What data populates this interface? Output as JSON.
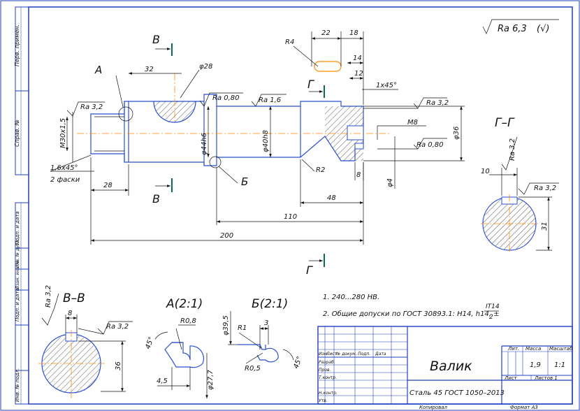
{
  "side_labels": [
    "Перв. примен.",
    "Справ. №",
    "Подп. и дата",
    "Инв. № дубл.",
    "Взам. инв. №",
    "Подп. и дата",
    "Инв. № подл."
  ],
  "roughness_general": "Ra 6,3",
  "roughness_general_symbol": "(√)",
  "main_view": {
    "dims": {
      "d32": "32",
      "d28": "φ28",
      "r4": "R4",
      "d22": "22",
      "d18": "18",
      "d14": "14",
      "d12": "12",
      "chamfer1": "1x45°",
      "ra32_left": "Ra 3,2",
      "ra080_left": "Ra 0,80",
      "ra16": "Ra 1,6",
      "ra32_right": "Ra 3,2",
      "m8": "M8",
      "ra080_right": "Ra 0,80",
      "d36": "φ36",
      "m30": "M30x1,5",
      "d44": "φ44h6",
      "d40": "φ40h8",
      "r2": "R2",
      "d8": "8",
      "d4": "φ4",
      "chamfer2_line1": "1,6x45°",
      "chamfer2_line2": "2 фаски",
      "d28b": "28",
      "d48": "48",
      "d110": "110",
      "d200": "200"
    },
    "labels": {
      "A": "А",
      "B_top": "В",
      "B_bottom": "В",
      "G_top": "Г",
      "G_bottom": "Г",
      "Bsec": "Б"
    }
  },
  "section_gg": {
    "title": "Г–Г",
    "ra32a": "Ra 3,2",
    "ra32b": "Ra 3,2",
    "d10": "10",
    "d31": "31"
  },
  "section_vv": {
    "title": "В–В",
    "ra32a": "Ra 3,2",
    "ra32b": "Ra 3,2",
    "d8": "8",
    "d36": "36"
  },
  "detail_a": {
    "title": "А(2:1)",
    "r08": "R0,8",
    "ang": "45°",
    "d45": "4,5",
    "d277": "φ27,7"
  },
  "detail_b": {
    "title": "Б(2:1)",
    "r1": "R1",
    "d3": "3",
    "d395": "φ39,5",
    "r05": "R0,5",
    "ang": "45°"
  },
  "notes": {
    "n1": "1. 240...280 HB.",
    "n2": "2. Общие допуски по ГОСТ 30893.1: H14, h14, ±",
    "n2_frac_top": "IT14",
    "n2_frac_bot": "2"
  },
  "title_block": {
    "name": "Валик",
    "material": "Сталь 45 ГОСТ 1050–2013",
    "col_lit": "Лит.",
    "col_mass": "Масса",
    "col_scale": "Масштаб",
    "mass": "1,9",
    "scale": "1:1",
    "sheet": "Лист",
    "sheets": "Листов 1",
    "row_headers": [
      "Изм.",
      "Лист",
      "№ докум.",
      "Подп.",
      "Дата"
    ],
    "rows": [
      "Разраб.",
      "Пров.",
      "Т.контр.",
      "",
      "Н.контр.",
      "Утв."
    ],
    "copied": "Копировал",
    "format": "Формат А3"
  }
}
